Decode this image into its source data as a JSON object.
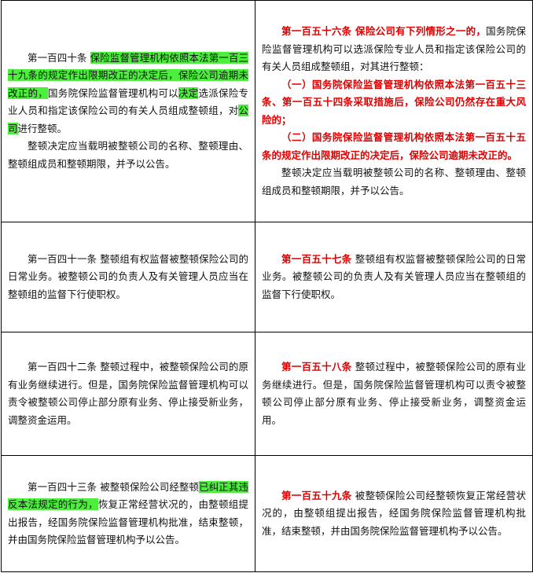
{
  "rows": [
    {
      "old": {
        "p1": {
          "a": "第一百四十条",
          "hl1": "保险监督管理机构依照本法第一百三十九条的规定作出限期改正的决定后，保险公司逾期未改正的，",
          "b": "国务院保险监督管理机构可以",
          "hl2": "决定",
          "c": "选派保险专业人员和指定该保险公司的有关人员组成整顿组，对",
          "hl3": "公司",
          "d": "进行整顿。"
        },
        "p2": "整顿决定应当载明被整顿公司的名称、整顿理由、整顿组成员和整顿期限，并予以公告。"
      },
      "new": {
        "p1": {
          "red": "第一百五十六条 保险公司有下列情形之一的，",
          "rest": "国务院保险监督管理机构可以选派保险专业人员和指定该保险公司的有关人员组成整顿组，对其进行整顿："
        },
        "p2": "（一）国务院保险监督管理机构依照本法第一百五十三条、第一百五十四条采取措施后，保险公司仍然存在重大风险的；",
        "p3": "（二）国务院保险监督管理机构依照本法第一百五十五条的规定作出限期改正的决定后，保险公司逾期未改正的。",
        "p4": "整顿决定应当载明被整顿公司的名称、整顿理由、整顿组成员和整顿期限，并予以公告。"
      }
    },
    {
      "old": {
        "p1": "第一百四十一条 整顿组有权监督被整顿保险公司的日常业务。被整顿公司的负责人及有关管理人员应当在整顿组的监督下行使职权。"
      },
      "new": {
        "red": "第一百五十七条",
        "rest": " 整顿组有权监督被整顿保险公司的日常业务。被整顿公司的负责人及有关管理人员应当在整顿组的监督下行使职权。"
      }
    },
    {
      "old": {
        "p1": "第一百四十二条 整顿过程中，被整顿保险公司的原有业务继续进行。但是，国务院保险监督管理机构可以责令被整顿公司停止部分原有业务、停止接受新业务，调整资金运用。"
      },
      "new": {
        "red": "第一百五十八条",
        "rest": " 整顿过程中，被整顿保险公司的原有业务继续进行。但是，国务院保险监督管理机构可以责令被整顿公司停止部分原有业务、停止接受新业务，调整资金运用。"
      }
    },
    {
      "old": {
        "a": "第一百四十三条 被整顿保险公司经整顿",
        "hl": "已纠正其违反本法规定的行为，",
        "b": "恢复正常经营状况的，由整顿组提出报告，经国务院保险监督管理机构批准，结束整顿，并由国务院保险监督管理机构予以公告。"
      },
      "new": {
        "red": "第一百五十九条",
        "rest": " 被整顿保险公司经整顿恢复正常经营状况的，由整顿组提出报告，经国务院保险监督管理机构批准，结束整顿，并由国务院保险监督管理机构予以公告。"
      }
    }
  ]
}
